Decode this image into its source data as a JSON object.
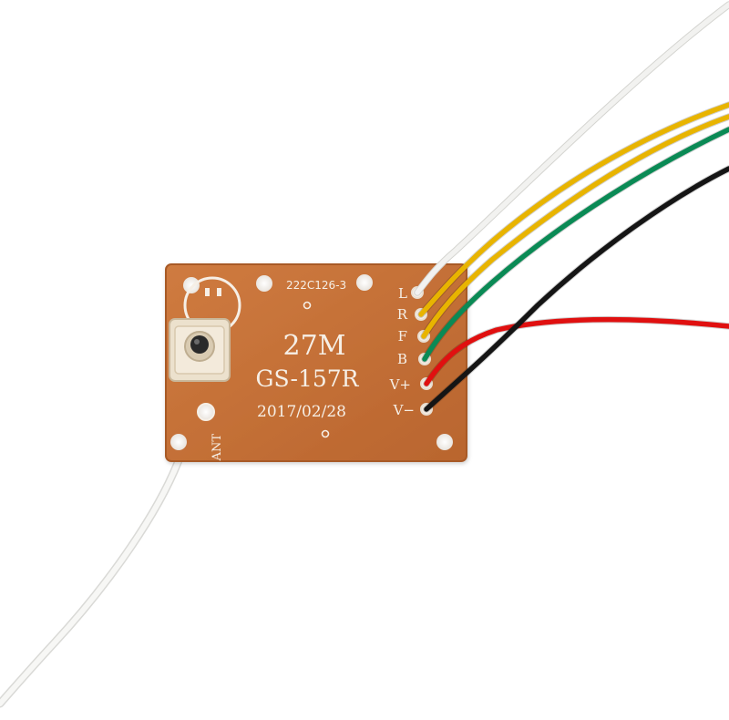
{
  "board": {
    "code": "222C126-3",
    "frequency": "27M",
    "model": "GS-157R",
    "date": "2017/02/28",
    "antenna_label": "ANT",
    "pads": [
      {
        "label": "L",
        "wire_color": "#f2f2f0"
      },
      {
        "label": "R",
        "wire_color": "#e8b400"
      },
      {
        "label": "F",
        "wire_color": "#e8b400"
      },
      {
        "label": "B",
        "wire_color": "#0a8a55"
      },
      {
        "label": "V+",
        "wire_color": "#e01010"
      },
      {
        "label": "V−",
        "wire_color": "#151515"
      }
    ],
    "colors": {
      "pcb": "#c8733a",
      "pcb_edge": "#a85a28",
      "silkscreen": "#f6efe6",
      "antenna_wire": "#f4f4f2"
    }
  }
}
